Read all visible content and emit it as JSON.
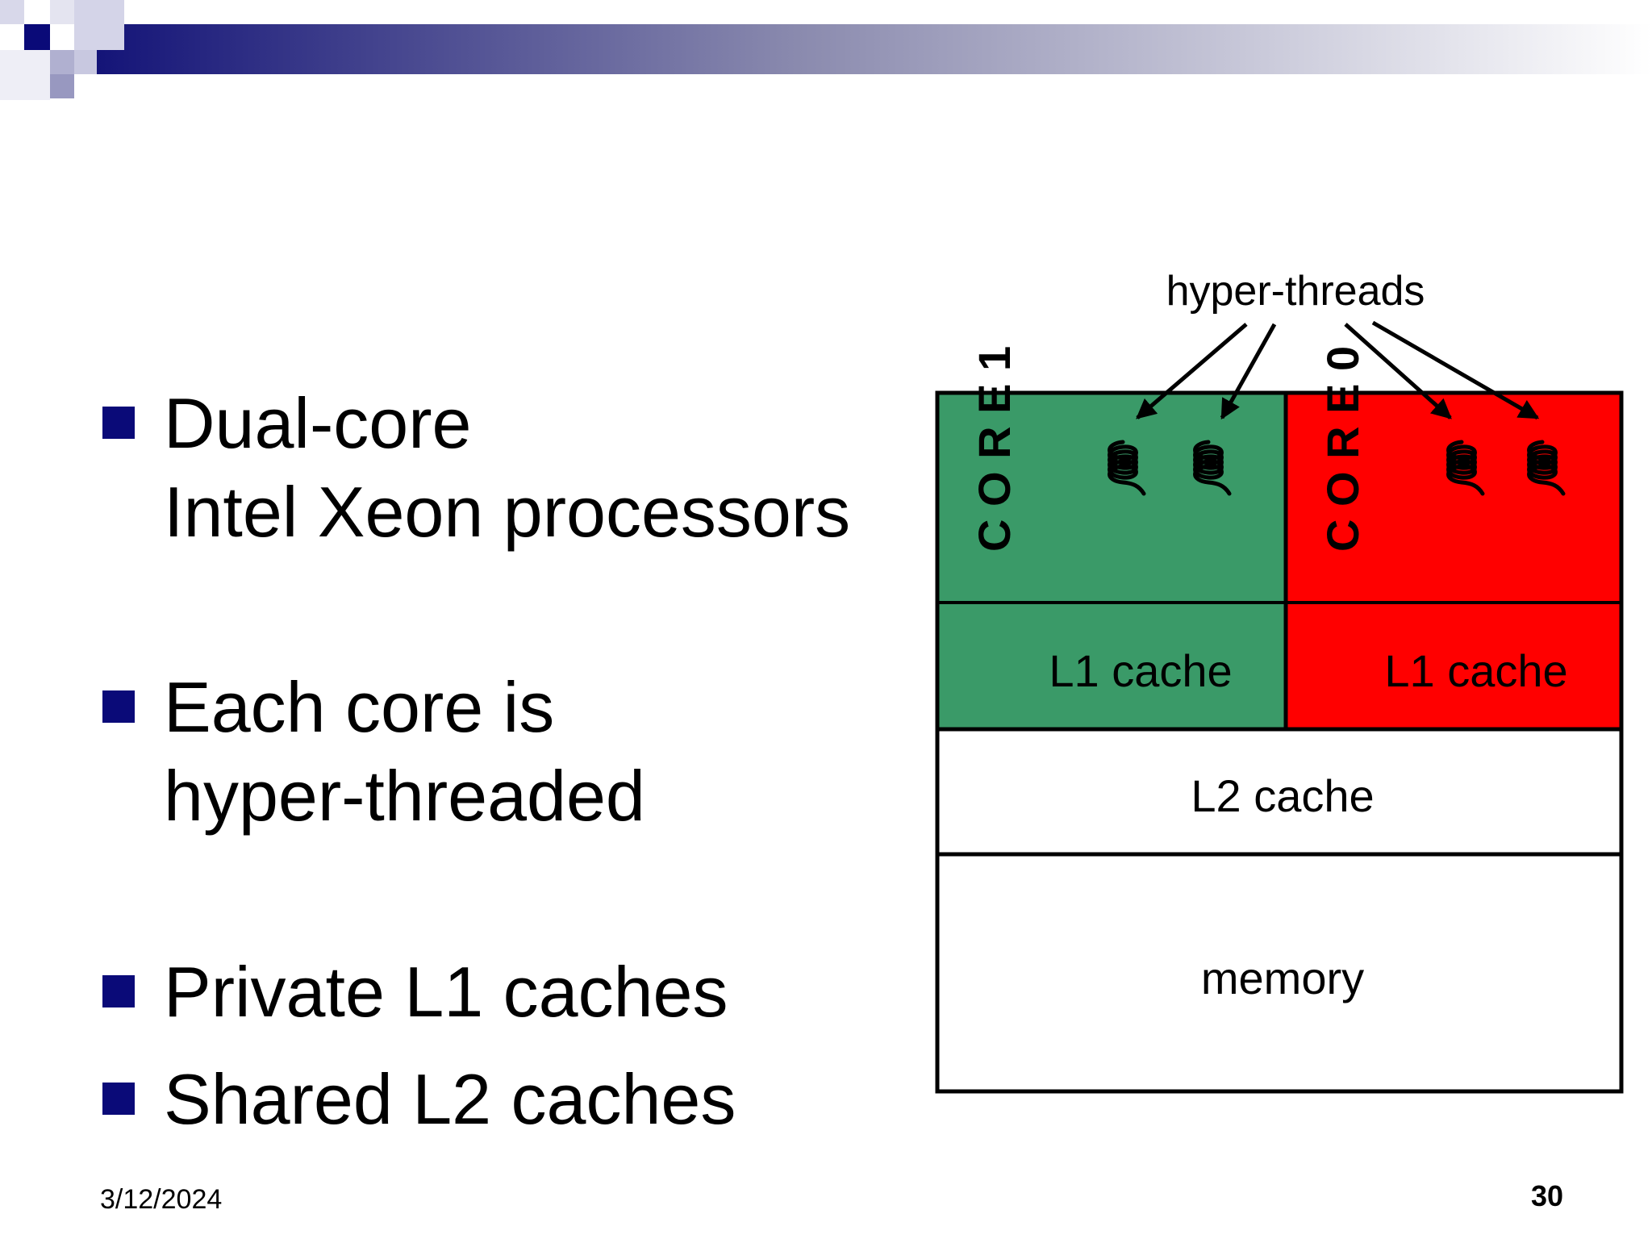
{
  "bullets": [
    {
      "line1": "Dual-core",
      "line2": "Intel Xeon processors"
    },
    {
      "line1": "Each core is",
      "line2": "hyper-threaded"
    },
    {
      "line1": "Private L1 caches",
      "line2": ""
    },
    {
      "line1": "Shared L2 caches",
      "line2": ""
    }
  ],
  "diagram": {
    "hyper_threads_label": "hyper-threads",
    "core1_label": "C O R E 1",
    "core0_label": "C O R E 0",
    "core1_l1": "L1 cache",
    "core0_l1": "L1 cache",
    "l2": "L2 cache",
    "memory": "memory",
    "colors": {
      "core1": "#3a9a68",
      "core0": "#ff0000",
      "bullet": "#0a0a78"
    }
  },
  "footer": {
    "date": "3/12/2024",
    "page": "30"
  }
}
